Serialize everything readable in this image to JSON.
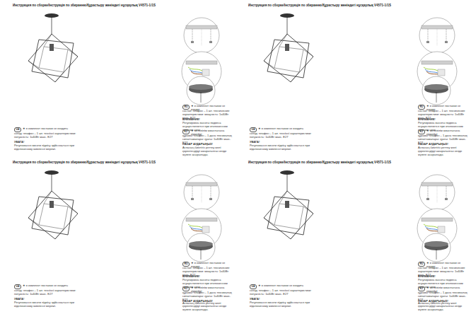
{
  "diagram": {
    "labels": [
      "Инструкция по сборке/Інструкція по збиранню/Құрастыру жөніндегі нұсқаулық V4571-1/1S",
      "RU",
      "★ в комплект поставки не входит",
      "состав: плафон – 1 шт. технические характеристики: мощность: 1х40Вт макс. E27",
      "ВНИМАНИЕ!",
      "Регулировка высоты подвеса осуществляется при отключенном питании сети.",
      "KZ",
      "★ жеткізілім жиынтығына кірмейді",
      "құрамы: плафон – 1 дана техникалық сипаттамалары: қуаты: 1х40Вт макс. E27",
      "НАЗАР АУДАРЫҢЫЗ!",
      "Аспаның биіктігін реттеу желі қоректендіруі ажыратылған кезде жүзеге асырылады.",
      "UA",
      "★ в комплект поставки не входить",
      "склад: плафон – 1 шт. технічні характеристики: потужність: 1х40Вт макс. E27",
      "УВАГА!",
      "Регулювання висоти підвісу здійснюється при відключеному живленні мережі.",
      "Инструкция по сборке/Інструкція по збиранню/Құрастыру жөніндегі нұсқаулық V4571-1/1S",
      "RU",
      "★ в комплект поставки не входит",
      "состав: плафон – 1 шт. технические характеристики: мощность: 1х40Вт макс. E27",
      "ВНИМАНИЕ!",
      "Регулировка высоты подвеса осуществляется при отключенном питании сети.",
      "KZ",
      "★ жеткізілім жиынтығына кірмейді",
      "құрамы: плафон – 1 дана техникалық сипаттамалары: қуаты: 1х40Вт макс. E27",
      "НАЗАР АУДАРЫҢЫЗ!",
      "Аспаның биіктігін реттеу желі қоректендіруі ажыратылған кезде жүзеге асырылады.",
      "UA",
      "★ в комплект поставки не входить",
      "склад: плафон – 1 шт. технічні характеристики: потужність: 1х40Вт макс. E27",
      "УВАГА!",
      "Регулювання висоти підвісу здійснюється при відключеному живленні мережі.",
      "Инструкция по сборке/Інструкція по збиранню/Құрастыру жөніндегі нұсқаулық V4571-1/1S",
      "RU",
      "★ в комплект поставки не входит",
      "состав: плафон – 1 шт. технические характеристики: мощность: 1х40Вт макс. E27",
      "ВНИМАНИЕ!",
      "Регулировка высоты подвеса осуществляется при отключенном питании сети.",
      "KZ",
      "★ жеткізілім жиынтығына кірмейді",
      "құрамы: плафон – 1 дана техникалық сипаттамалары: қуаты: 1х40Вт макс. E27",
      "НАЗАР АУДАРЫҢЫЗ!",
      "Аспаның биіктігін реттеу желі қоректендіруі ажыратылған кезде жүзеге асырылады.",
      "UA",
      "★ в комплект поставки не входить",
      "склад: плафон – 1 шт. технічні характеристики: потужність: 1х40Вт макс. E27",
      "УВАГА!",
      "Регулювання висоти підвісу здійснюється при відключеному живленні мережі.",
      "Инструкция по сборке/Інструкція по збиранню/Құрастыру жөніндегі нұсқаулық V4571-1/1S",
      "RU",
      "★ в комплект поставки не входит",
      "состав: плафон – 1 шт. технические характеристики: мощность: 1х40Вт макс. E27",
      "ВНИМАНИЕ!",
      "Регулировка высоты подвеса осуществляется при отключенном питании сети.",
      "KZ",
      "★ жеткізілім жиынтығына кірмейді",
      "құрамы: плафон – 1 дана техникалық сипаттамалары: қуаты: 1х40Вт макс. E27",
      "НАЗАР АУДАРЫҢЫЗ!",
      "Аспаның биіктігін реттеу желі қоректендіруі ажыратылған кезде жүзеге асырылады.",
      "UA",
      "★ в комплект поставки не входить",
      "склад: плафон – 1 шт. технічні характеристики: потужність: 1х40Вт макс. E27",
      "УВАГА!",
      "Регулювання висоти підвісу здійснюється при відключеному живленні мережі."
    ]
  }
}
